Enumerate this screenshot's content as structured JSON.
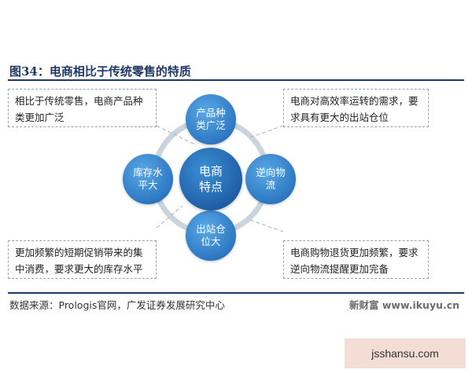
{
  "figure": {
    "title": "图34：电商相比于传统零售的特质"
  },
  "center": {
    "label": "电商特点"
  },
  "nodes": {
    "top": "产品种类广泛",
    "right": "逆向物流",
    "bottom": "出站仓位大",
    "left": "库存水平大"
  },
  "callouts": {
    "top_left": "相比于传统零售，电商产品种类更加广泛",
    "top_right": "电商对高效率运转的需求，要求具有更大的出站仓位",
    "bottom_left": "更加频繁的短期促销带来的集中消费，要求更大的库存水平",
    "bottom_right": "电商购物退货更加频繁，要求逆向物流提醒更加完备"
  },
  "footer": {
    "source": "数据来源：Prologis官网，广发证券发展研究中心",
    "brand": "新财富 www.ikuyu.cn"
  },
  "watermark": "jsshansu.com",
  "colors": {
    "node_fill": "#2d78c2",
    "center_fill": "#1f5fa8",
    "ring": "#c9d4de",
    "title": "#1f3864"
  }
}
